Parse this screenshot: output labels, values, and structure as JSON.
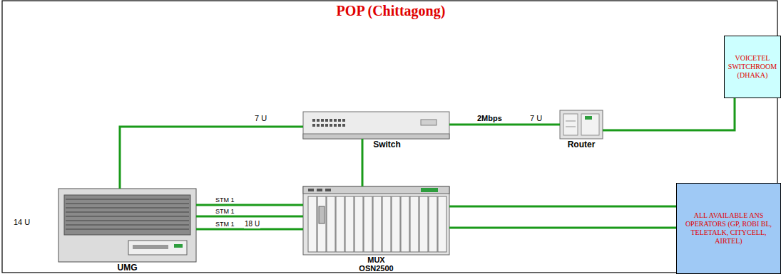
{
  "diagram": {
    "title": "POP (Chittagong)",
    "nodes": [
      {
        "text": [
          "VOICETEL SWITCHROOM (DHAKA)"
        ]
      },
      {
        "text": [
          "Switch"
        ]
      },
      {
        "text": [
          "Router"
        ]
      },
      {
        "text": [
          "UMG"
        ]
      },
      {
        "text": [
          "MUX OSN2500"
        ]
      },
      {
        "text": [
          "ALL AVAILABLE ANS OPERATORS (GP, ROBI BL, TELETALK, CITYCELL, AIRTEL)"
        ]
      }
    ],
    "edges": [
      {
        "from": 3,
        "to": 1,
        "arrow": "none"
      },
      {
        "from": 1,
        "to": 2,
        "label": "2Mbps",
        "arrow": "none"
      },
      {
        "from": 2,
        "to": 0,
        "arrow": "none"
      },
      {
        "from": 1,
        "to": 4,
        "arrow": "none"
      },
      {
        "from": 3,
        "to": 4,
        "label": "STM 1",
        "arrow": "none"
      },
      {
        "from": 3,
        "to": 4,
        "label": "STM 1",
        "arrow": "none"
      },
      {
        "from": 3,
        "to": 4,
        "label": "STM 1",
        "arrow": "none"
      },
      {
        "from": 4,
        "to": 5,
        "arrow": "none"
      },
      {
        "from": 4,
        "to": 5,
        "arrow": "none"
      }
    ],
    "labels": [
      "7 U",
      "7 U",
      "14 U",
      "18 U"
    ]
  }
}
